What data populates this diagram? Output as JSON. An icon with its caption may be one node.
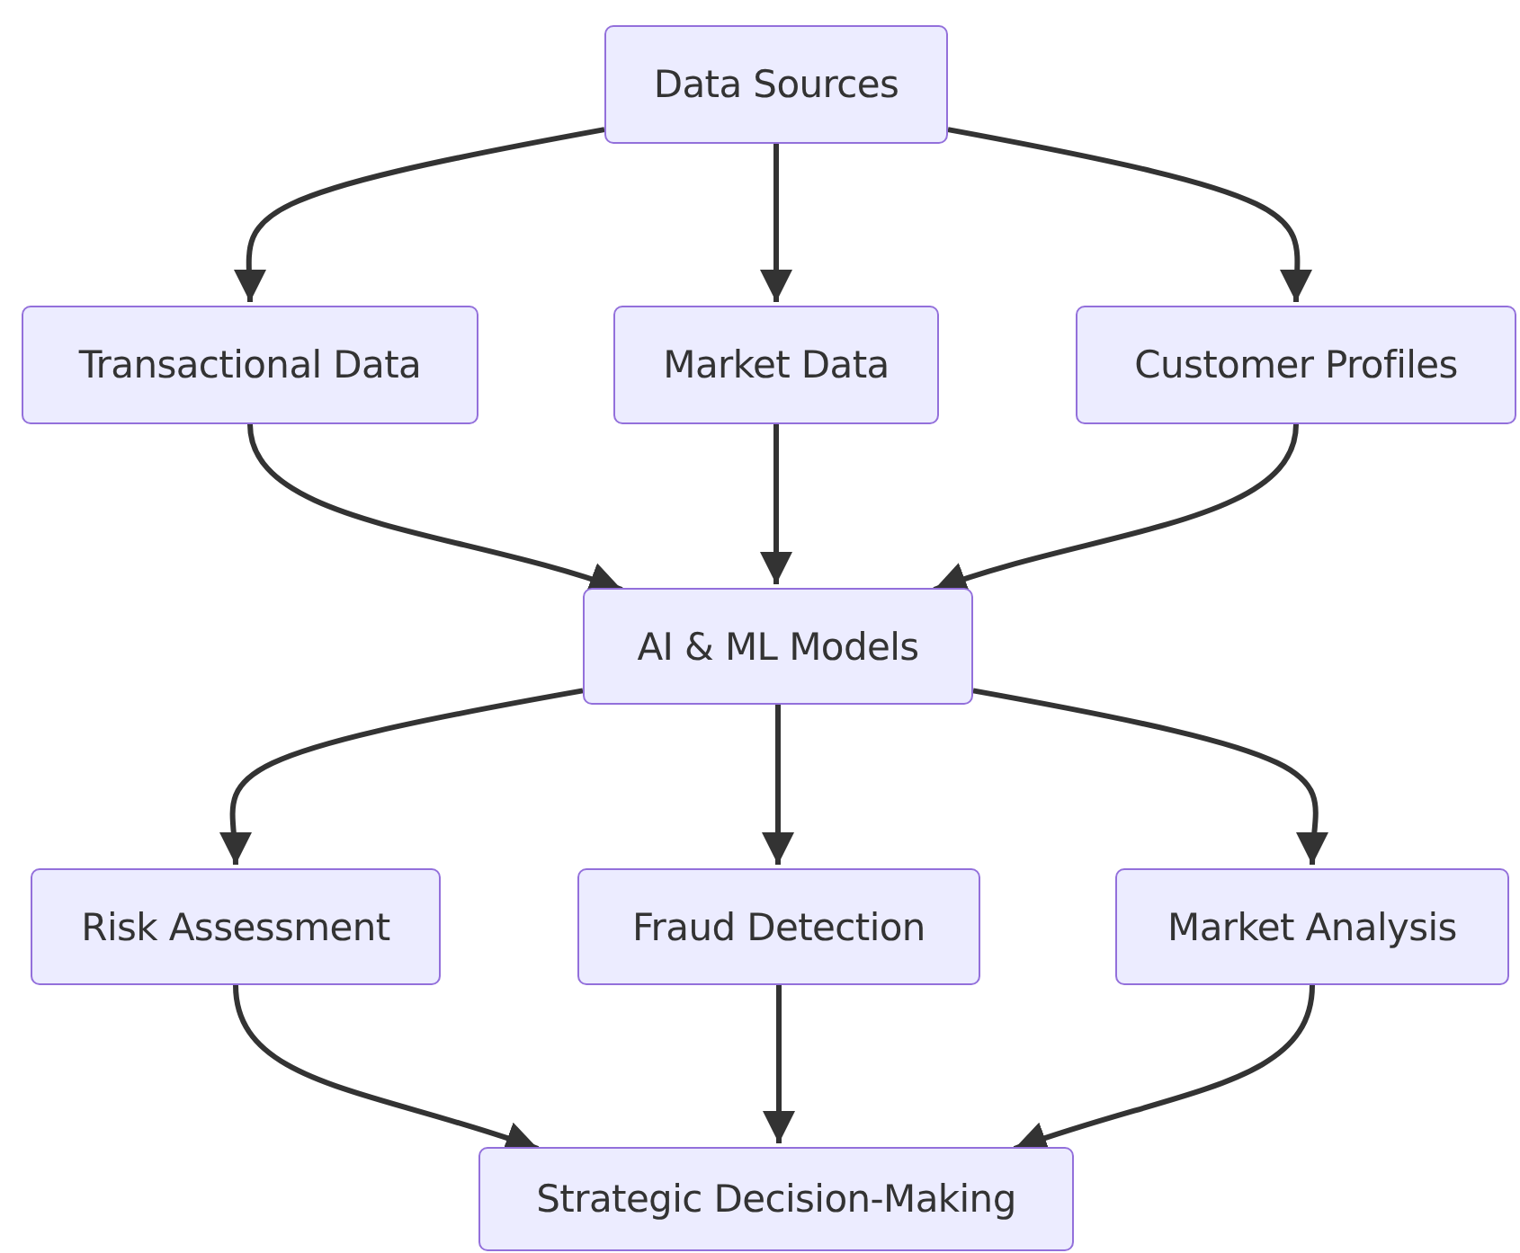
{
  "diagram": {
    "nodes": [
      {
        "text": [
          "Data Sources"
        ]
      },
      {
        "text": [
          "Transactional Data"
        ]
      },
      {
        "text": [
          "Market Data"
        ]
      },
      {
        "text": [
          "Customer Profiles"
        ]
      },
      {
        "text": [
          "AI & ML Models"
        ]
      },
      {
        "text": [
          "Risk Assessment"
        ]
      },
      {
        "text": [
          "Fraud Detection"
        ]
      },
      {
        "text": [
          "Market Analysis"
        ]
      },
      {
        "text": [
          "Strategic Decision-Making"
        ]
      }
    ],
    "edges": [
      {
        "from": 0,
        "to": 1,
        "arrow": "to"
      },
      {
        "from": 0,
        "to": 2,
        "arrow": "to"
      },
      {
        "from": 0,
        "to": 3,
        "arrow": "to"
      },
      {
        "from": 1,
        "to": 4,
        "arrow": "to"
      },
      {
        "from": 2,
        "to": 4,
        "arrow": "to"
      },
      {
        "from": 3,
        "to": 4,
        "arrow": "to"
      },
      {
        "from": 4,
        "to": 5,
        "arrow": "to"
      },
      {
        "from": 4,
        "to": 6,
        "arrow": "to"
      },
      {
        "from": 4,
        "to": 7,
        "arrow": "to"
      },
      {
        "from": 5,
        "to": 8,
        "arrow": "to"
      },
      {
        "from": 6,
        "to": 8,
        "arrow": "to"
      },
      {
        "from": 7,
        "to": 8,
        "arrow": "to"
      }
    ]
  }
}
